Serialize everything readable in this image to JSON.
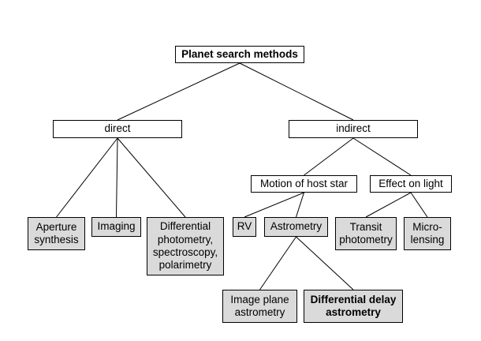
{
  "diagram": {
    "nodes": [
      {
        "id": "root",
        "label": "Planet search methods"
      },
      {
        "id": "direct",
        "label": "direct"
      },
      {
        "id": "indirect",
        "label": "indirect"
      },
      {
        "id": "motion",
        "label": "Motion of host star"
      },
      {
        "id": "effect",
        "label": "Effect on light"
      },
      {
        "id": "aperture",
        "label": "Aperture\nsynthesis"
      },
      {
        "id": "imaging",
        "label": "Imaging"
      },
      {
        "id": "differential",
        "label": "Differential\nphotometry,\nspectroscopy,\npolarimetry"
      },
      {
        "id": "rv",
        "label": "RV"
      },
      {
        "id": "astrometry",
        "label": "Astrometry"
      },
      {
        "id": "transit",
        "label": "Transit\nphotometry"
      },
      {
        "id": "microlensing",
        "label": "Micro-\nlensing"
      },
      {
        "id": "imageplane",
        "label": "Image plane\nastrometry"
      },
      {
        "id": "diffdelay",
        "label": "Differential delay\nastrometry"
      }
    ],
    "edges": [
      [
        "root",
        "direct"
      ],
      [
        "root",
        "indirect"
      ],
      [
        "direct",
        "aperture"
      ],
      [
        "direct",
        "imaging"
      ],
      [
        "direct",
        "differential"
      ],
      [
        "indirect",
        "motion"
      ],
      [
        "indirect",
        "effect"
      ],
      [
        "motion",
        "rv"
      ],
      [
        "motion",
        "astrometry"
      ],
      [
        "effect",
        "transit"
      ],
      [
        "effect",
        "microlensing"
      ],
      [
        "astrometry",
        "imageplane"
      ],
      [
        "astrometry",
        "diffdelay"
      ]
    ]
  }
}
